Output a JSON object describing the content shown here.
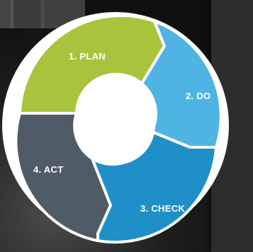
{
  "diagram": {
    "segments": [
      {
        "id": "plan",
        "label": "1. PLAN",
        "color": "#a8c43c"
      },
      {
        "id": "do",
        "label": "2. DO",
        "color": "#4fb4e4"
      },
      {
        "id": "check",
        "label": "3. CHECK",
        "color": "#1f8fc8"
      },
      {
        "id": "act",
        "label": "4. ACT",
        "color": "#4f5b66"
      }
    ],
    "center_color": "#ffffff",
    "outline_color": "#ffffff"
  }
}
